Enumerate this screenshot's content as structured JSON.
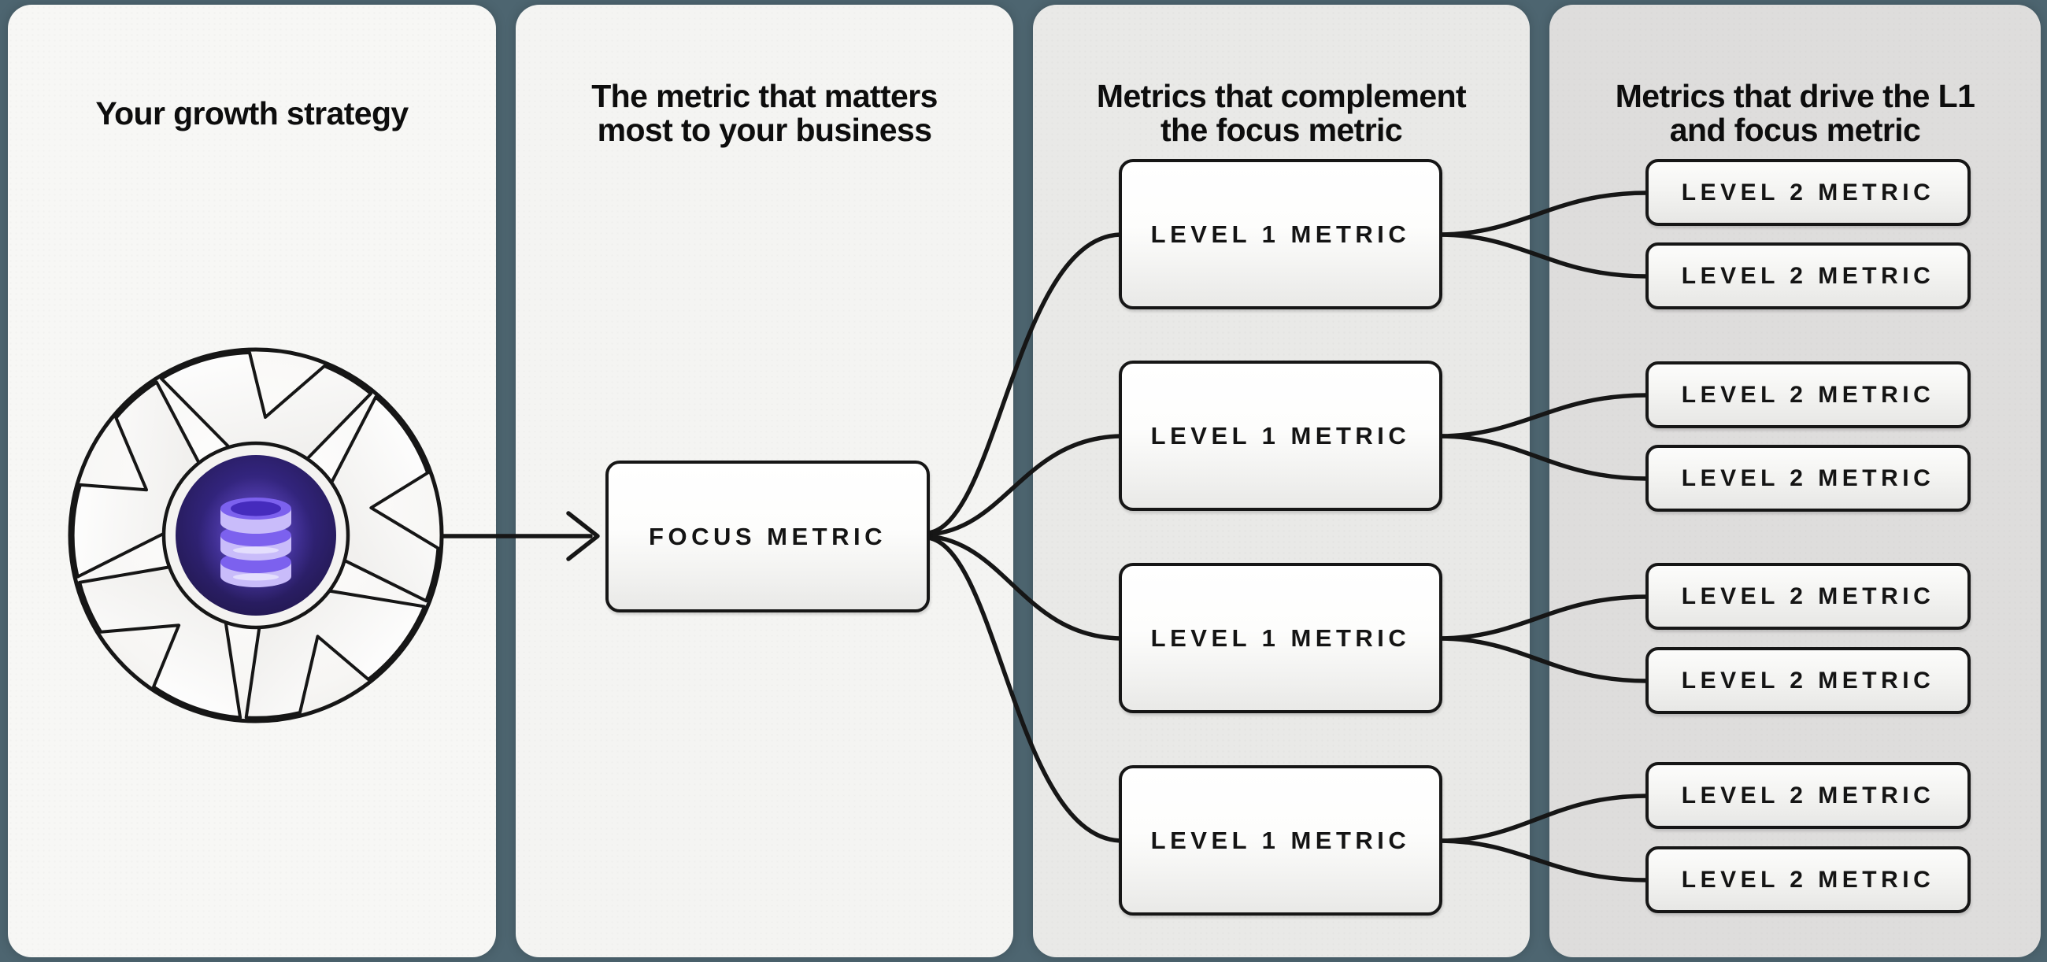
{
  "diagram": {
    "background_color": "#4d6570",
    "connector_color": "#161616",
    "panels": [
      {
        "title_lines": [
          "Your growth strategy",
          ""
        ],
        "bg": "#f7f7f5"
      },
      {
        "title_lines": [
          "The metric that matters",
          "most to your business"
        ],
        "bg": "#f4f4f2"
      },
      {
        "title_lines": [
          "Metrics that complement",
          "the focus metric"
        ],
        "bg": "#e9e9e7"
      },
      {
        "title_lines": [
          "Metrics that drive the L1",
          "and focus metric"
        ],
        "bg": "#dedddc"
      }
    ],
    "focus_box": {
      "label": "FOCUS METRIC"
    },
    "level1_boxes": [
      {
        "label": "LEVEL 1 METRIC"
      },
      {
        "label": "LEVEL 1 METRIC"
      },
      {
        "label": "LEVEL 1 METRIC"
      },
      {
        "label": "LEVEL 1 METRIC"
      }
    ],
    "level2_boxes": [
      {
        "label": "LEVEL 2 METRIC"
      },
      {
        "label": "LEVEL 2 METRIC"
      },
      {
        "label": "LEVEL 2 METRIC"
      },
      {
        "label": "LEVEL 2 METRIC"
      },
      {
        "label": "LEVEL 2 METRIC"
      },
      {
        "label": "LEVEL 2 METRIC"
      },
      {
        "label": "LEVEL 2 METRIC"
      },
      {
        "label": "LEVEL 2 METRIC"
      }
    ],
    "icon": {
      "semantic": "growth-flywheel-database-icon",
      "disc_color": "#2a1d63",
      "db_light": "#c9bcfa",
      "db_mid": "#7c61ee",
      "db_dark": "#452bbd"
    }
  }
}
